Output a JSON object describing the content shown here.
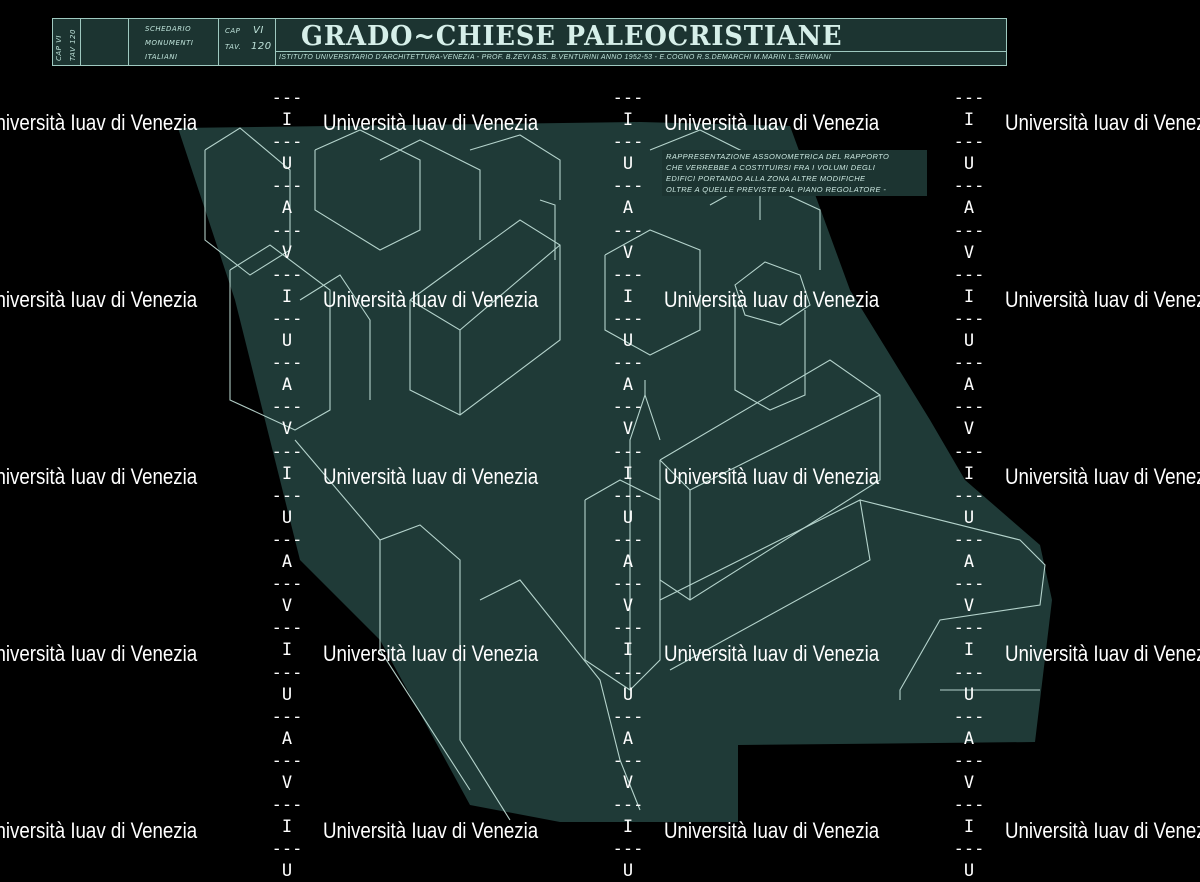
{
  "title_block": {
    "title": "GRADO~CHIESE PALEOCRISTIANE",
    "side_cap": "CAP VI",
    "side_tav": "TAV 120",
    "schedario": [
      "SCHEDARIO",
      "MONUMENTI",
      "ITALIANI"
    ],
    "cap_label": "CAP",
    "cap_value": "VI",
    "tav_label": "TAV.",
    "tav_value": "120",
    "subtitle": "ISTITUTO UNIVERSITARIO D'ARCHITETTURA-VENEZIA - PROF. B.ZEVI ASS. B.VENTURINI ANNO 1952-53 - E.COGNO R.S.DEMARCHI M.MARIN L.SEMINANI"
  },
  "note": [
    "RAPPRESENTAZIONE ASSONOMETRICA DEL RAPPORTO",
    "CHE VERREBBE A COSTITUIRSI FRA I VOLUMI DEGLI",
    "EDIFICI PORTANDO ALLA ZONA ALTRE MODIFICHE",
    "OLTRE A QUELLE PREVISTE DAL PIANO REGOLATORE -"
  ],
  "watermark": {
    "text": "Università Iuav di Venezia",
    "letters": [
      "I",
      "---",
      "U",
      "---",
      "A",
      "---",
      "V",
      "---"
    ]
  },
  "colors": {
    "background": "#000000",
    "plate": "#1f3a37",
    "lines": "#cfeee6"
  }
}
